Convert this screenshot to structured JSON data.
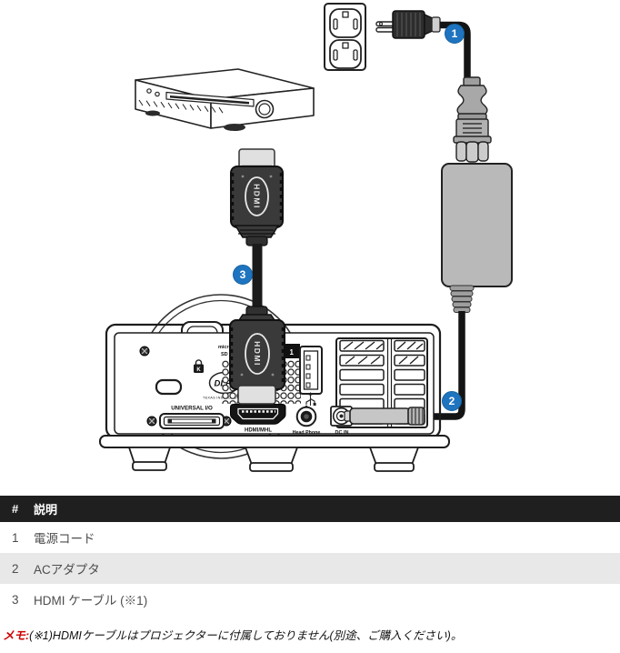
{
  "callouts": {
    "one": "1",
    "two": "2",
    "three": "3"
  },
  "diagram": {
    "hdmi_plug_text": "HDMI",
    "projector": {
      "microsd_line1": "micro",
      "microsd_line2": "SD",
      "port_box_label": "1",
      "kensington_k": "K",
      "dlp_text": "DLP",
      "dlp_registered": "®",
      "dlp_sub": "TEXAS INSTRUMENTS",
      "universal_io": "UNIVERSAL I/O",
      "hdmi_mhl": "HDMI/MHL",
      "headphone": "Head Phone",
      "dc_in": "DC IN"
    }
  },
  "table": {
    "header": {
      "num": "#",
      "desc": "説明"
    },
    "rows": [
      {
        "num": "1",
        "desc": "電源コード"
      },
      {
        "num": "2",
        "desc": "ACアダプタ"
      },
      {
        "num": "3",
        "desc": "HDMI ケーブル (※1)"
      }
    ]
  },
  "note": {
    "label": "メモ:",
    "body": "(※1)HDMIケーブルはプロジェクターに付属しておりません(別途、ご購入ください)。"
  },
  "colors": {
    "callout_blue": "#1F74C0",
    "note_red": "#CC0000",
    "table_header_bg": "#1F1F1F",
    "table_alt_row_bg": "#E8E8E8"
  }
}
